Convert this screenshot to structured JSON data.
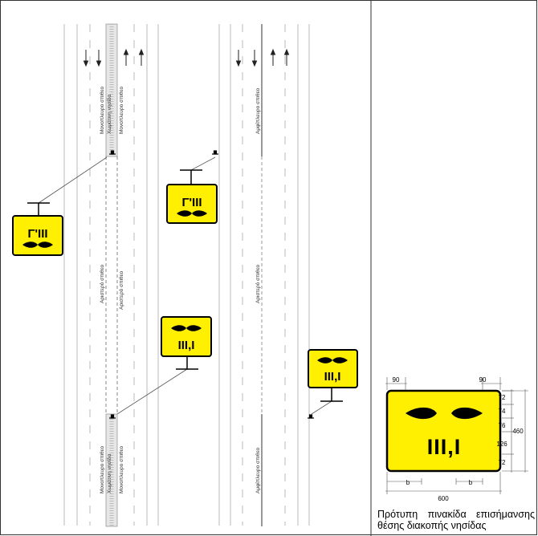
{
  "road_labels": {
    "one_way_shoulder": "Μονοπλευρο σπιθεο",
    "concrete_island": "Χωμάτινη νησίδα",
    "two_way_shoulder": "Αμφίπλευρο σπιθεο",
    "undivided_road": "Αριστερό σπιθεο"
  },
  "signs": {
    "closure_symbol": "Γ'III",
    "median_symbol": "III,I"
  },
  "detail_sign": {
    "text": "III,I",
    "dimensions": {
      "left_margin": "90",
      "right_margin": "90",
      "row_1": "72",
      "row_2": "74",
      "row_3": "76",
      "row_4": "126",
      "row_5": "72",
      "total_height": "460",
      "total_width": "600",
      "b_left": "b",
      "b_right": "b"
    }
  },
  "caption": "Πρότυπη πινακίδα επισήμανσης θέσης διακοπής νησίδας",
  "colors": {
    "sign_yellow": "#ffef00",
    "sign_border": "#000000",
    "lane_line": "#b8b8b8",
    "island_fill": "#e6e6e6"
  }
}
